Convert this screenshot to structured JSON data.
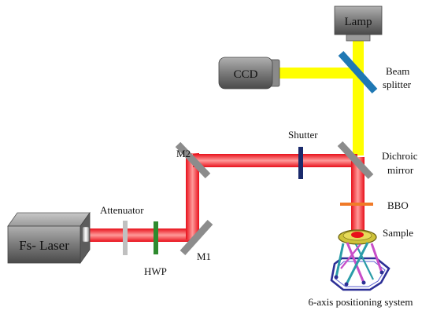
{
  "diagram": {
    "type": "optical-setup schematic",
    "components": {
      "lamp": "Lamp",
      "ccd": "CCD",
      "beam_splitter_line1": "Beam",
      "beam_splitter_line2": "splitter",
      "shutter": "Shutter",
      "dichroic_line1": "Dichroic",
      "dichroic_line2": "mirror",
      "m2": "M2",
      "m1": "M1",
      "bbo": "BBO",
      "sample": "Sample",
      "attenuator": "Attenuator",
      "hwp": "HWP",
      "laser": "Fs- Laser",
      "stage": "6-axis positioning system"
    },
    "colors": {
      "laser_beam": "#e8101a",
      "laser_beam_core": "#ff8a8a",
      "white_light_beam": "#ffff00",
      "mirror": "#8c8c8c",
      "beam_splitter": "#1f78b4",
      "shutter": "#1a2a6c",
      "hwp": "#2e8b2e",
      "attenuator": "#c0c0c0",
      "bbo": "#f07a28",
      "box_fill": "#8a8a8a"
    }
  }
}
